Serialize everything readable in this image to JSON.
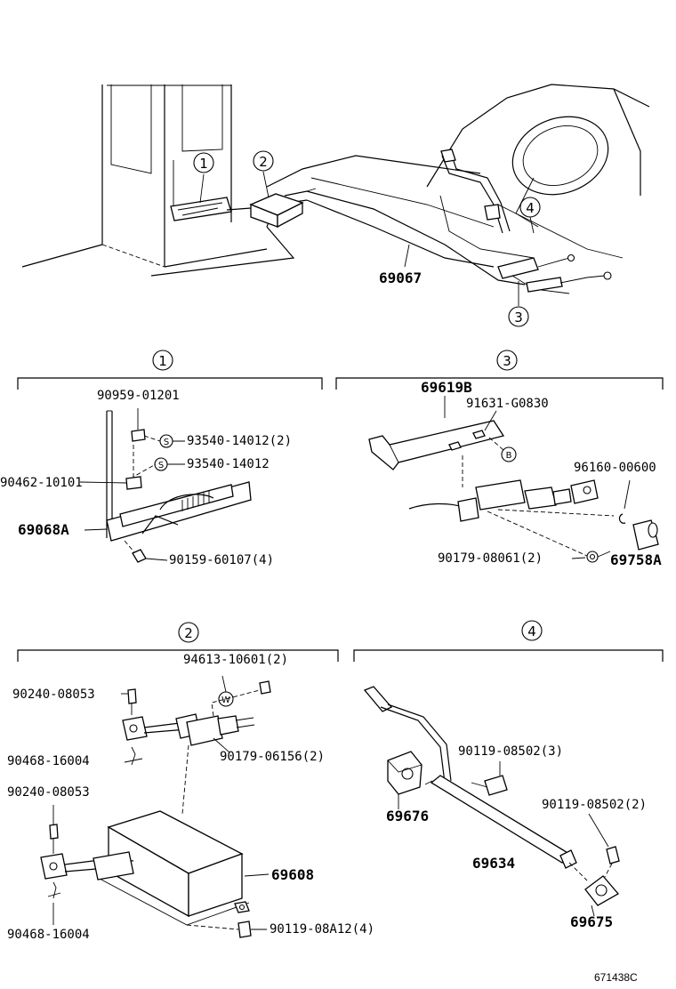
{
  "callouts": [
    "1",
    "2",
    "3",
    "4"
  ],
  "overview": {
    "cable_label": "69067"
  },
  "section1": {
    "labels": {
      "p90959": "90959-01201",
      "p93540a": "93540-14012(2)",
      "p93540b": "93540-14012",
      "p90462": "90462-10101",
      "p69068": "69068A",
      "p90159": "90159-60107(4)"
    },
    "symbol_s": "S"
  },
  "section3": {
    "labels": {
      "p69619": "69619B",
      "p91631": "91631-G0830",
      "p96160": "96160-00600",
      "p90179": "90179-08061(2)",
      "p69758": "69758A"
    },
    "symbol_b": "B"
  },
  "section2": {
    "labels": {
      "p94613": "94613-10601(2)",
      "p90240a": "90240-08053",
      "p90468a": "90468-16004",
      "p90179": "90179-06156(2)",
      "p90240b": "90240-08053",
      "p69608": "69608",
      "p90468b": "90468-16004",
      "p90119": "90119-08A12(4)"
    },
    "symbol_w": "W"
  },
  "section4": {
    "labels": {
      "p90119a": "90119-08502(3)",
      "p69676": "69676",
      "p90119b": "90119-08502(2)",
      "p69634": "69634",
      "p69675": "69675"
    }
  },
  "footer": {
    "drawing_code": "671438C"
  }
}
